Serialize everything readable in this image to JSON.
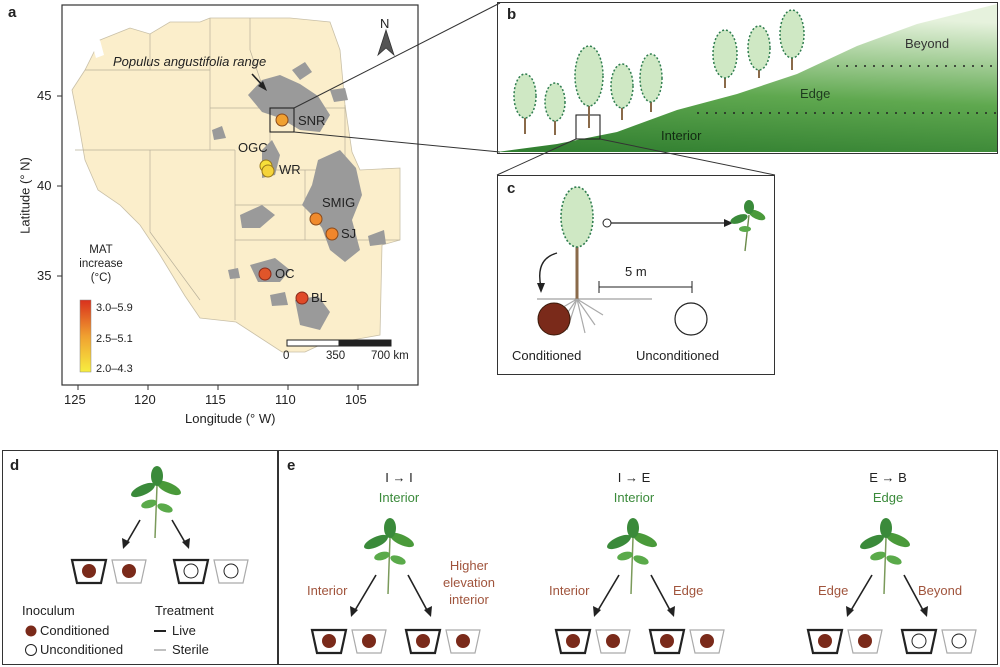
{
  "panel_labels": {
    "a": "a",
    "b": "b",
    "c": "c",
    "d": "d",
    "e": "e"
  },
  "map": {
    "range_label": "Populus angustifolia range",
    "x_axis_label": "Longitude (° W)",
    "y_axis_label": "Latitude (° N)",
    "x_ticks": [
      "125",
      "120",
      "115",
      "110",
      "105"
    ],
    "y_ticks": [
      "45",
      "40",
      "35"
    ],
    "north_label": "N",
    "legend_title": [
      "MAT",
      "increase",
      "(°C)"
    ],
    "legend_ticks": [
      "3.0–5.9",
      "2.5–5.1",
      "2.0–4.3"
    ],
    "scalebar_labels": [
      "0",
      "350",
      "700 km"
    ],
    "sites": [
      {
        "code": "SNR",
        "color": "#f0a030"
      },
      {
        "code": "OGC",
        "color": "#f7e03a"
      },
      {
        "code": "WR",
        "color": "#f5d43a"
      },
      {
        "code": "SMIG",
        "color": "#f08a2c"
      },
      {
        "code": "SJ",
        "color": "#f0862c"
      },
      {
        "code": "OC",
        "color": "#e0552a"
      },
      {
        "code": "BL",
        "color": "#e04a28"
      }
    ]
  },
  "panel_b": {
    "zones": [
      "Beyond",
      "Edge",
      "Interior"
    ]
  },
  "panel_c": {
    "distance": "5 m",
    "conditioned": "Conditioned",
    "unconditioned": "Unconditioned"
  },
  "panel_d": {
    "inoculum_title": "Inoculum",
    "treatment_title": "Treatment",
    "conditioned": "Conditioned",
    "unconditioned": "Unconditioned",
    "live": "Live",
    "sterile": "Sterile"
  },
  "panel_e": {
    "groups": [
      {
        "code": "I → I",
        "origin": "Interior",
        "left": "Interior",
        "right": "Higher elevation interior",
        "right_lines": [
          "Higher",
          "elevation",
          "interior"
        ]
      },
      {
        "code": "I → E",
        "origin": "Interior",
        "left": "Interior",
        "right": "Edge",
        "right_lines": [
          "Edge"
        ]
      },
      {
        "code": "E → B",
        "origin": "Edge",
        "left": "Edge",
        "right": "Beyond",
        "right_lines": [
          "Beyond"
        ]
      }
    ]
  },
  "colors": {
    "conditioned_soil": "#7a2a1a",
    "origin_green": "#3a8a3a",
    "destination_brown": "#a0543c",
    "map_land": "#fbeecb",
    "range_gray": "#9a9a9a",
    "hill_dark": "#2f7d2f"
  }
}
